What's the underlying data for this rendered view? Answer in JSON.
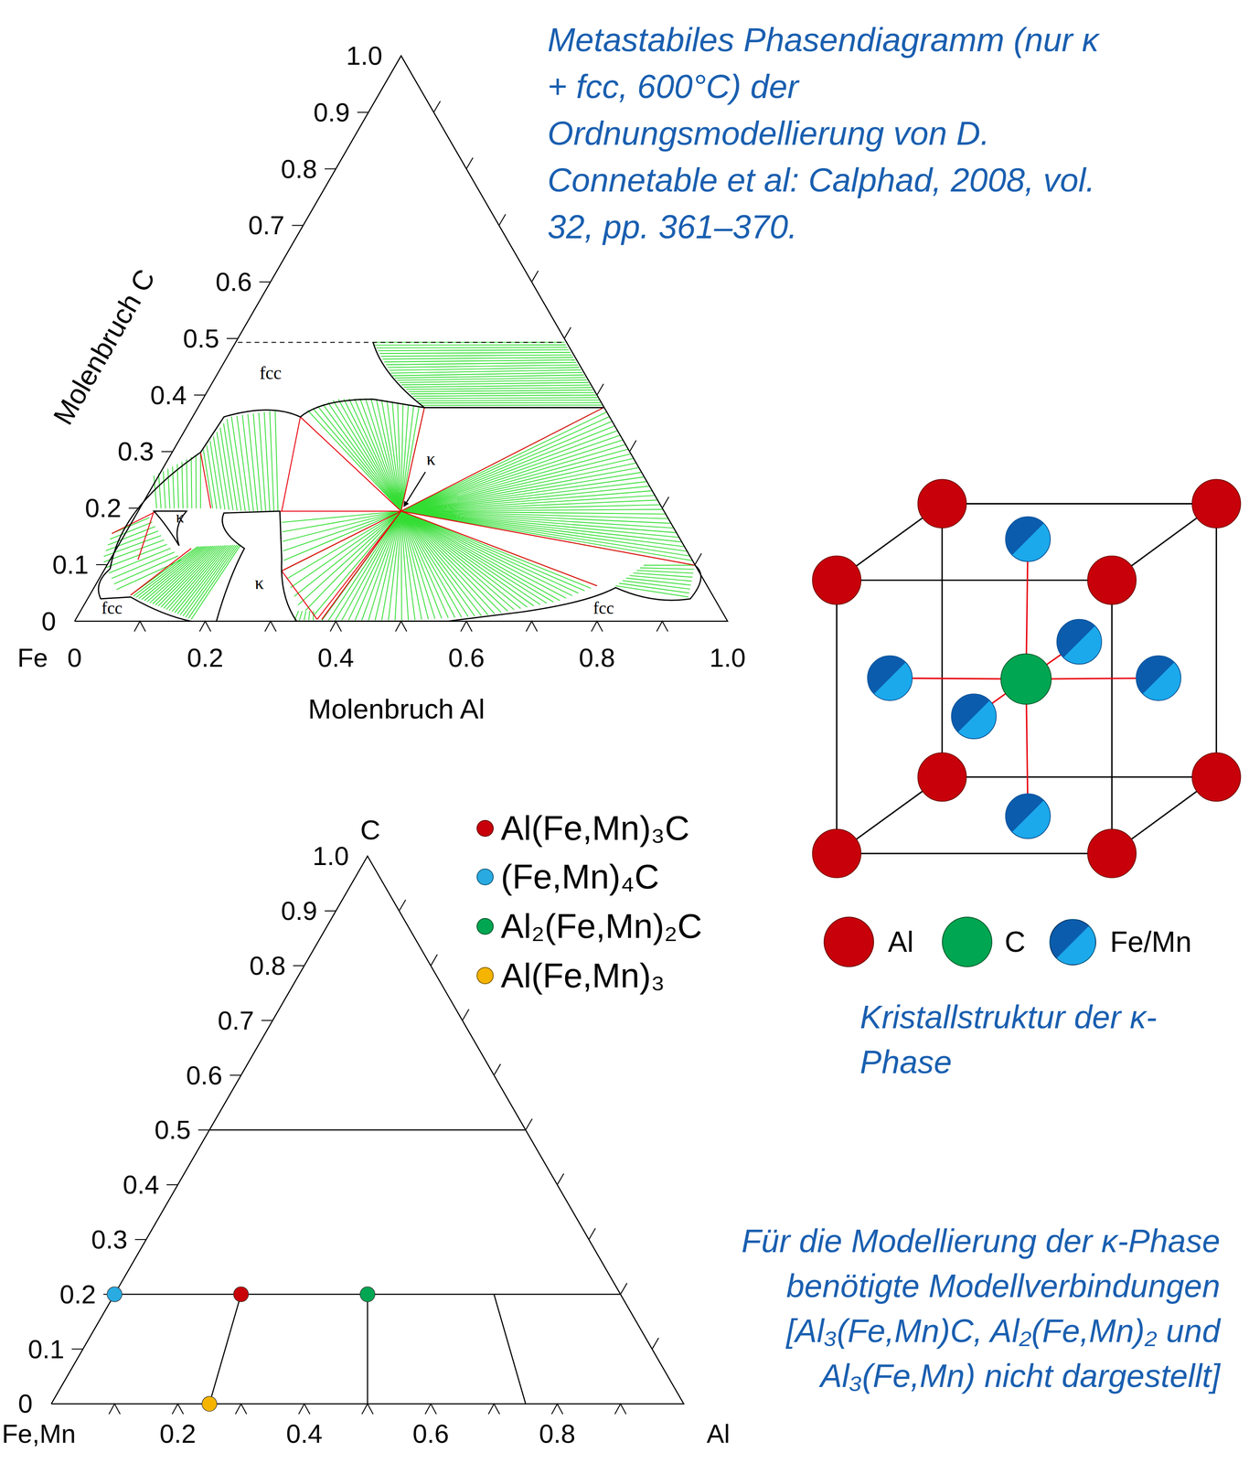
{
  "diagram": {
    "title": "Metastabiles Phasendiagramm (nur κ + fcc, 600°C) der Ordnungsmodellierung von D. Connetable et al: Calphad, 2008, vol. 32, pp. 361–370.",
    "labels": [
      "1.0",
      "0.9",
      "0.8",
      "0.7",
      "0.6",
      "0.5",
      "0.4",
      "0.3",
      "0.2",
      "0.1",
      "0",
      "Molenbruch C",
      "Fe",
      "0",
      "0.2",
      "0.4",
      "0.6",
      "0.8",
      "1.0",
      "Molenbruch Al",
      "fcc",
      "κ",
      "κ",
      "κ",
      "fcc",
      "fcc",
      "Kristallstruktur der κ-Phase",
      "C",
      "1.0",
      "0.9",
      "0.8",
      "0.7",
      "0.6",
      "0.5",
      "0.4",
      "0.3",
      "0.2",
      "0.1",
      "0",
      "Fe,Mn",
      "0.2",
      "0.4",
      "0.6",
      "0.8",
      "Al",
      "Für die Modellierung der κ-Phase benötigte Modellverbindungen [Al₃(Fe,Mn)C, Al₂(Fe,Mn)₂ und Al₃(Fe,Mn) nicht dargestellt]"
    ],
    "legend": [
      {
        "text": "Al(Fe,Mn)₃C",
        "color": "#c8000a"
      },
      {
        "text": "(Fe,Mn)₄C",
        "color": "#29abe2"
      },
      {
        "text": "Al₂(Fe,Mn)₂C",
        "color": "#00a651"
      },
      {
        "text": "Al(Fe,Mn)₃",
        "color": "#f5b400"
      },
      {
        "text": "Al",
        "color": "#c8000a"
      },
      {
        "text": "C",
        "color": "#00a651"
      },
      {
        "text": "Fe/Mn",
        "color": "#1ba9ec"
      }
    ]
  }
}
